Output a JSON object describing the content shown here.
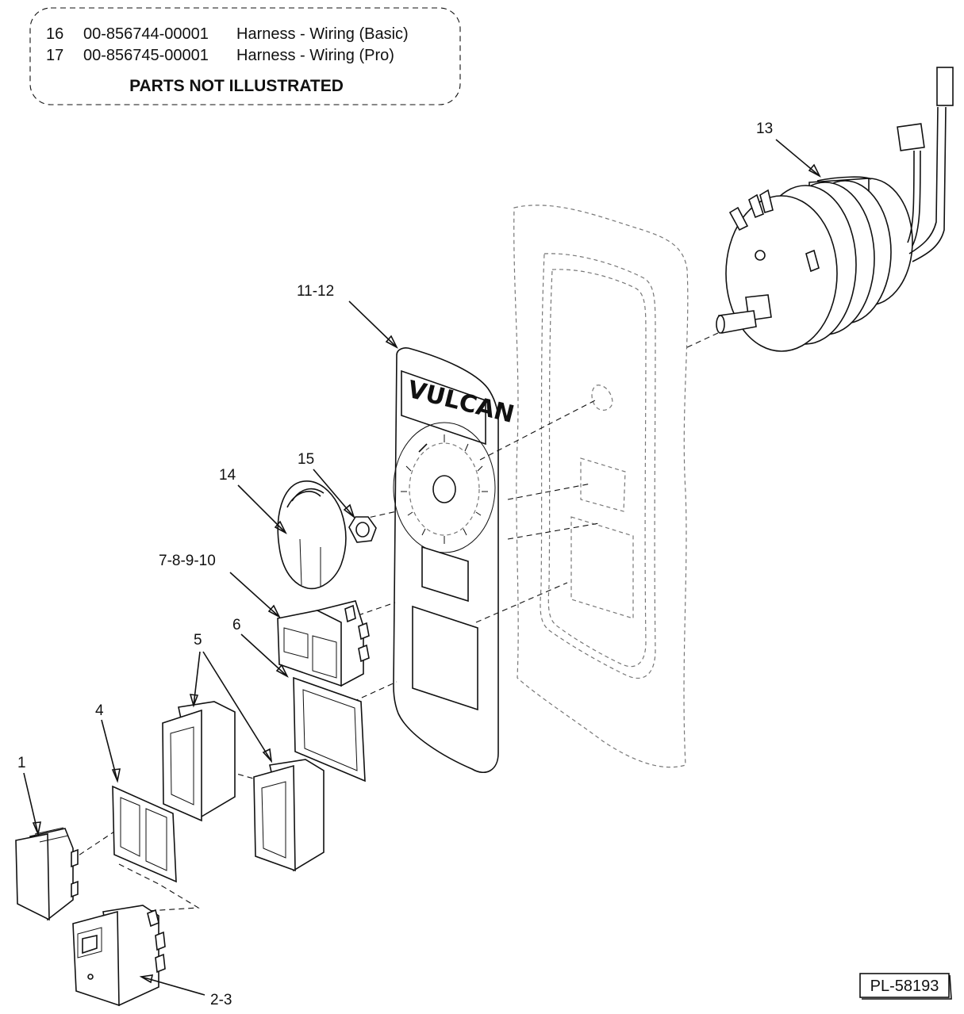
{
  "parts_box": {
    "rows": [
      {
        "item": "16",
        "part_no": "00-856744-00001",
        "desc": "Harness - Wiring (Basic)"
      },
      {
        "item": "17",
        "part_no": "00-856745-00001",
        "desc": "Harness - Wiring (Pro)"
      }
    ],
    "title": "PARTS NOT ILLUSTRATED"
  },
  "callouts": {
    "c1": "1",
    "c2_3": "2-3",
    "c4": "4",
    "c5": "5",
    "c6": "6",
    "c7_10": "7-8-9-10",
    "c11_12": "11-12",
    "c13": "13",
    "c14": "14",
    "c15": "15"
  },
  "panel_logo": "VULCAN",
  "reference": "PL-58193",
  "icons": [
    "rocker-switch-icon",
    "timer-knob-icon",
    "hex-nut-icon",
    "timer-motor-icon"
  ]
}
